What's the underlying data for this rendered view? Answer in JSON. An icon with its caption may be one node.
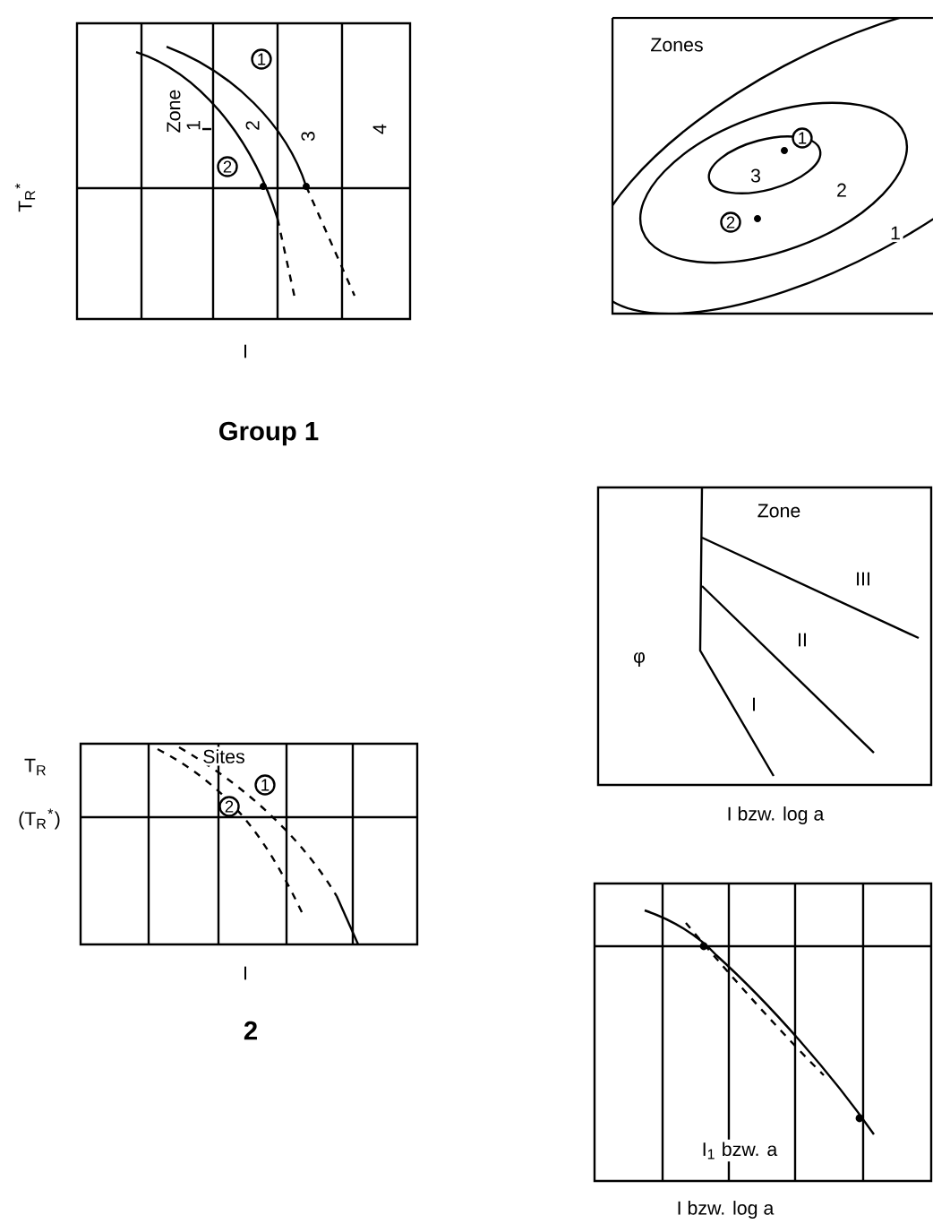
{
  "diagram": {
    "labels": [
      "1",
      "Zone",
      "1",
      "2",
      "3",
      "4",
      "2",
      "T$_{R}$$^{*}$",
      "I",
      "Zones",
      "1",
      "3",
      "2",
      "2",
      "1",
      "Group 1",
      "T$_{R}$",
      "Sites",
      "1",
      "2",
      "(T$_{R}$$^{*}$)",
      "I",
      "Zone",
      "III",
      "II",
      "φ",
      "I",
      "I bzw. log a",
      "2",
      "I$_{1}$ bzw. a",
      "I bzw. log a"
    ]
  }
}
